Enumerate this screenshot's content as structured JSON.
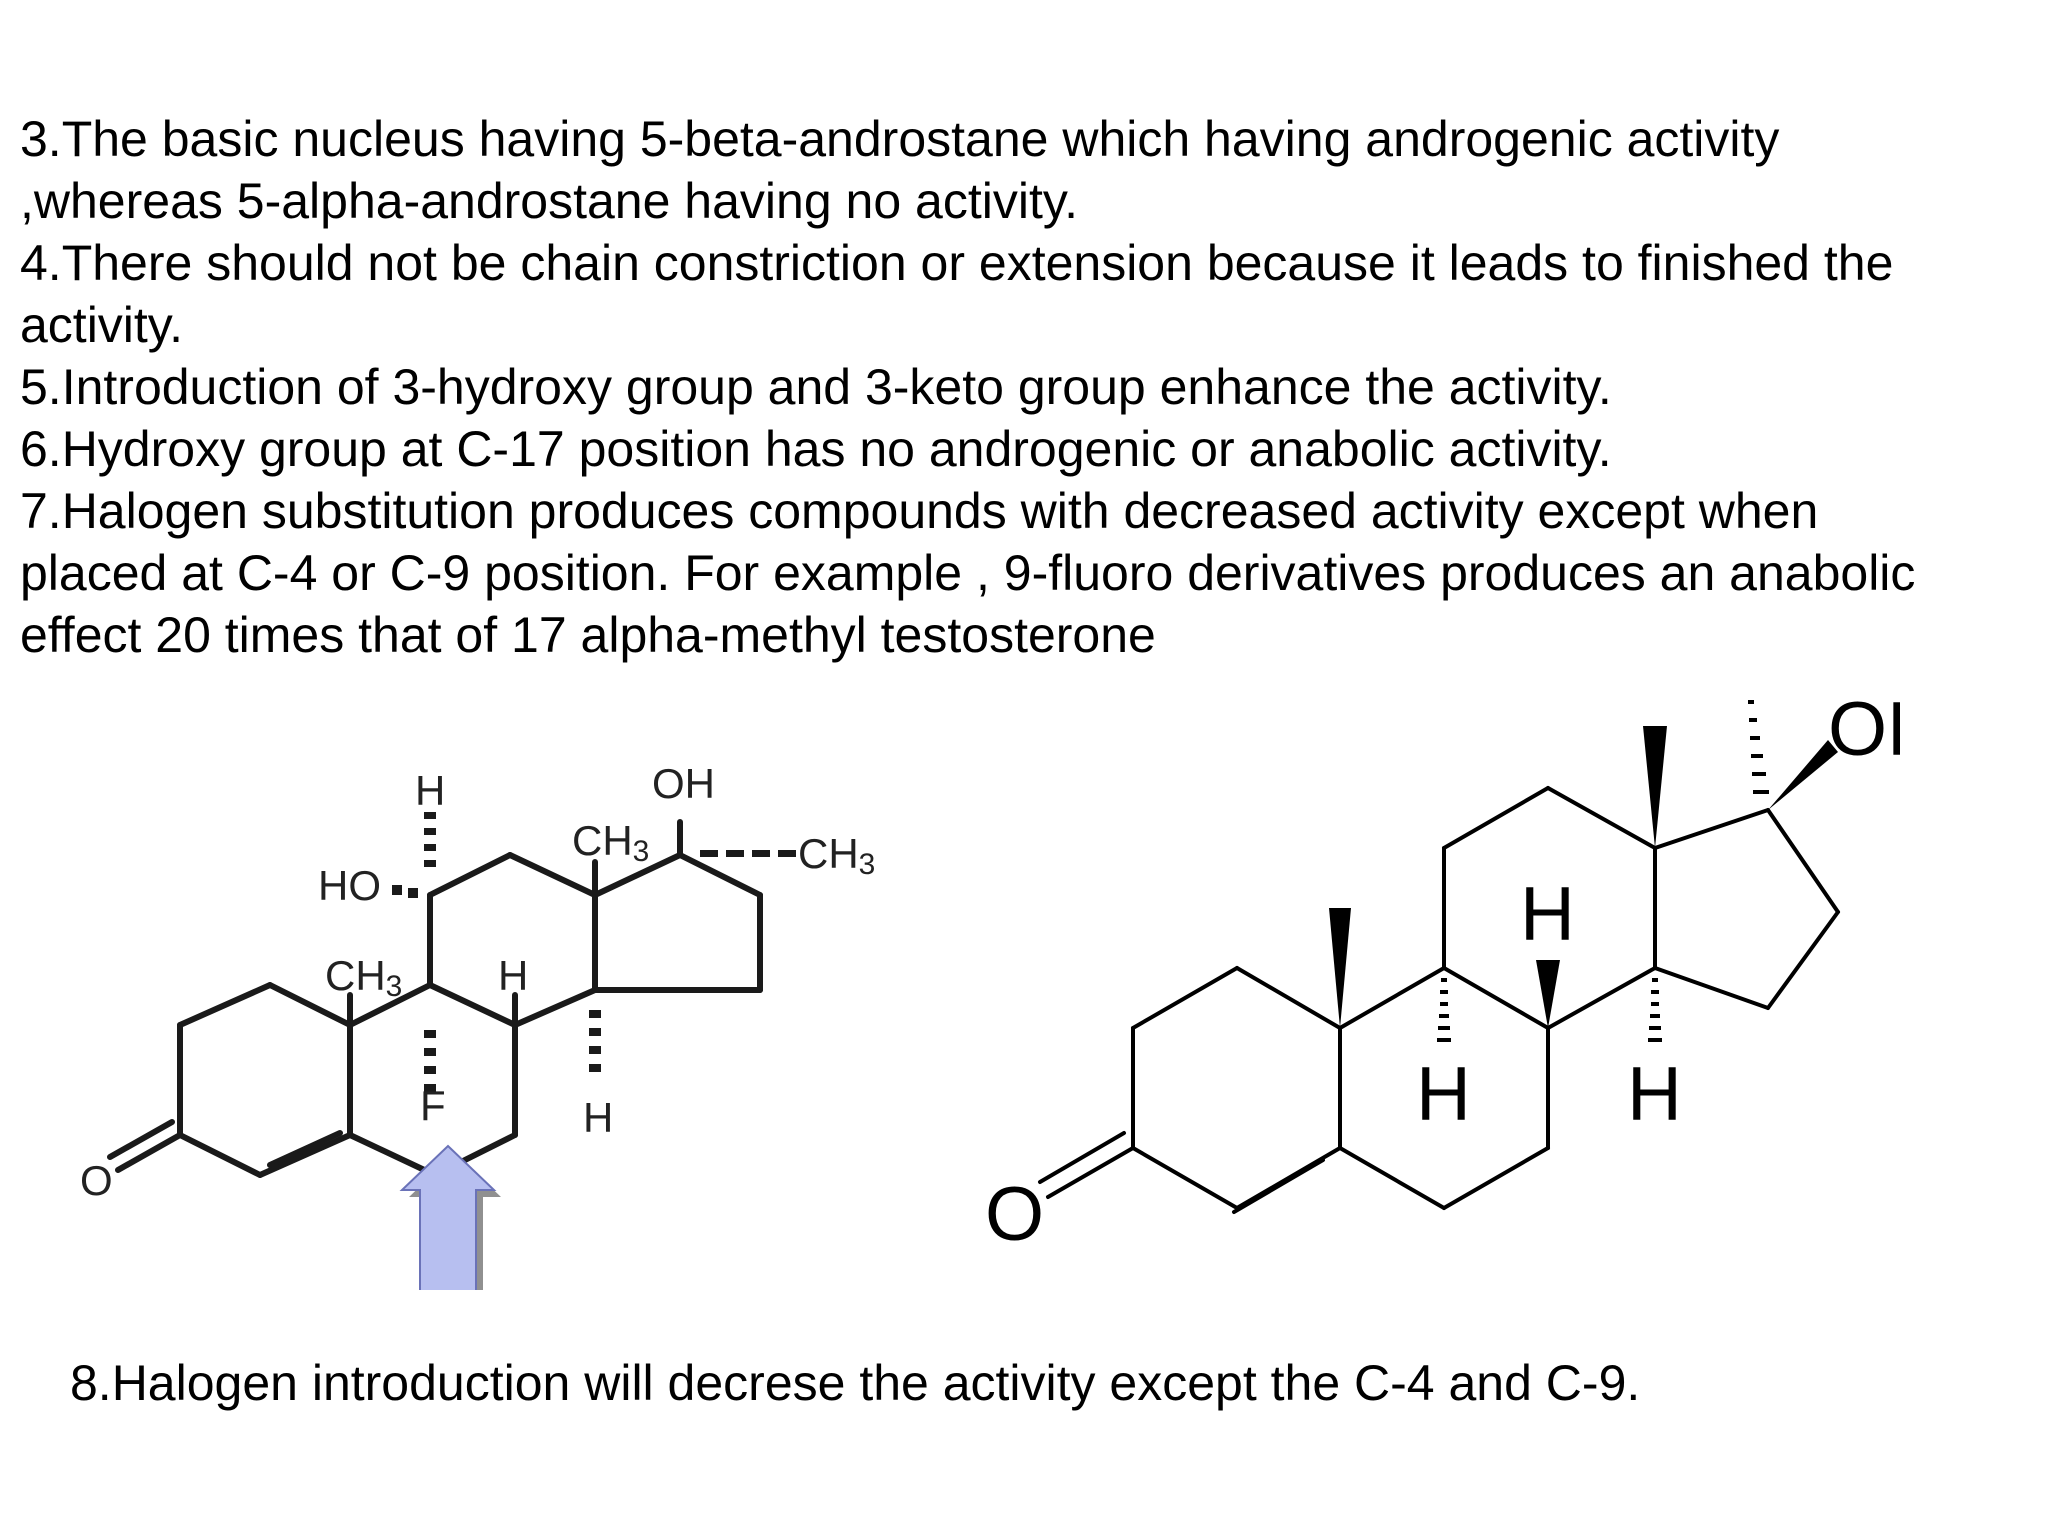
{
  "points": [
    "3.The basic nucleus having 5-beta-androstane which having androgenic activity\n,whereas 5-alpha-androstane having no activity.",
    "4.There should not be chain constriction or extension because it leads to finished the\nactivity.",
    "5.Introduction of 3-hydroxy group and 3-keto group enhance the activity.",
    "6.Hydroxy group at C-17 position has no androgenic or anabolic activity.",
    "7.Halogen substitution produces compounds with decreased activity except when\nplaced at C-4 or C-9 position. For example , 9-fluoro derivatives produces an anabolic\neffect 20 times that of 17 alpha-methyl testosterone"
  ],
  "footer": "8.Halogen introduction will decrese the activity except the C-4 and C-9.",
  "left_structure": {
    "labels": {
      "oxygen": "O",
      "hydroxyl_c11": "HO",
      "h_top": "H",
      "methyl_c10": "CH",
      "h_c8": "H",
      "fluorine": "F",
      "h_c14": "H",
      "methyl_c13": "CH",
      "hydroxyl_c17": "OH",
      "methyl_c17": "CH"
    },
    "arrow_color": "#b7bff0"
  },
  "right_structure": {
    "labels": {
      "oxygen": "O",
      "hydroxyl": "OH",
      "h_c8": "H",
      "h_c9": "H",
      "h_c14": "H"
    }
  }
}
